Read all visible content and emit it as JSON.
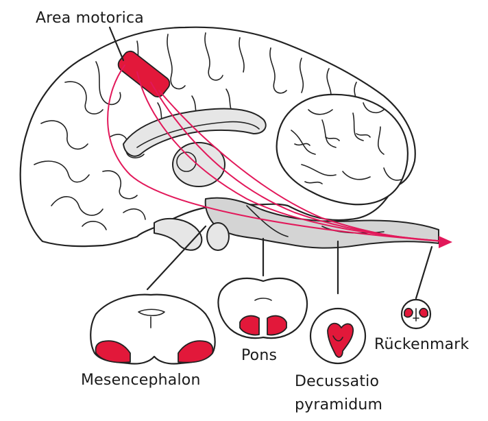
{
  "labels": {
    "area_motorica": "Area motorica",
    "pons": "Pons",
    "rueckenmark": "Rückenmark",
    "mesencephalon": "Mesencephalon",
    "decussatio_line1": "Decussatio",
    "decussatio_line2": "pyramidum"
  },
  "colors": {
    "tract": "#e2185a",
    "lesion": "#e2183a",
    "outline": "#222222",
    "brainstem_fill": "#d4d4d4"
  }
}
